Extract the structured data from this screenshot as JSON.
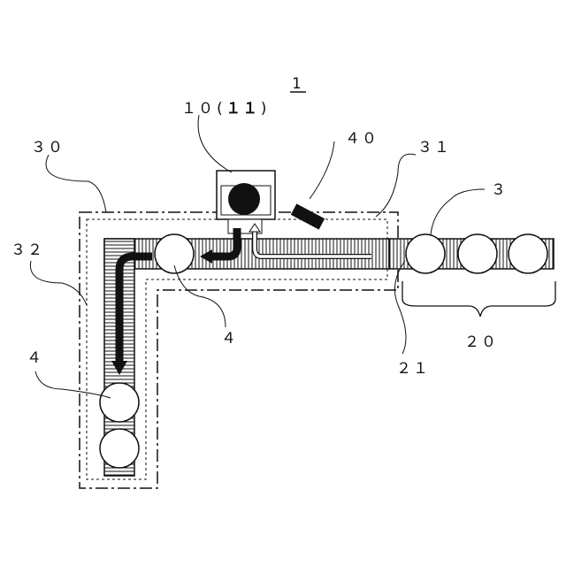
{
  "figure": {
    "number_label": "1",
    "labels": {
      "inspection_unit": "１０(",
      "inspection_unit_bold": "１１",
      "inspection_unit_close": ")",
      "marker": "４０",
      "frame_main": "３０",
      "frame_upper": "３１",
      "frame_side": "３２",
      "article_top": "３",
      "article_mid": "４",
      "article_left": "４",
      "conveyor_group": "２０",
      "conveyor_end": "２１"
    }
  },
  "colors": {
    "line": "#111111",
    "fill": "#ffffff",
    "arrow": "#111111"
  },
  "icons": {
    "articles": "circle-article-icon",
    "flow_arrow": "curved-flow-arrow-icon",
    "camera": "camera-icon"
  }
}
